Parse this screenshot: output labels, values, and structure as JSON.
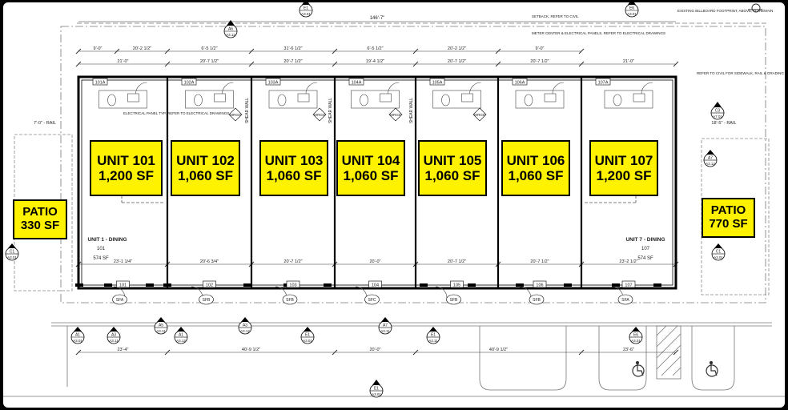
{
  "units": [
    {
      "name": "UNIT 101",
      "area": "1,200 SF"
    },
    {
      "name": "UNIT 102",
      "area": "1,060 SF"
    },
    {
      "name": "UNIT 103",
      "area": "1,060 SF"
    },
    {
      "name": "UNIT 104",
      "area": "1,060 SF"
    },
    {
      "name": "UNIT 105",
      "area": "1,060 SF"
    },
    {
      "name": "UNIT 106",
      "area": "1,060 SF"
    },
    {
      "name": "UNIT 107",
      "area": "1,200 SF"
    }
  ],
  "patios": [
    {
      "name": "PATIO",
      "area": "330 SF"
    },
    {
      "name": "PATIO",
      "area": "770 SF"
    }
  ],
  "dimensions": {
    "overall": "146'-7\"",
    "top": [
      "9'-0\"",
      "20'-2 1/2\"",
      "6'-5 1/2\"",
      "31'-6 1/2\"",
      "6'-5 1/2\"",
      "20'-2 1/2\"",
      "9'-0\""
    ],
    "second": [
      "21'-0\"",
      "20'-7 1/2\"",
      "20'-7 1/2\"",
      "19'-4 1/2\"",
      "20'-7 1/2\"",
      "20'-7 1/2\"",
      "21'-0\""
    ],
    "lower": [
      "23'-1 1/4\"",
      "20'-6 3/4\"",
      "20'-7 1/2\"",
      "20'-0\"",
      "20'-7 1/2\"",
      "20'-7 1/2\"",
      "23'-2 1/2\""
    ],
    "bottom": [
      "23'-4\"",
      "40'-9 1/2\"",
      "20'-0\"",
      "40'-9 1/2\"",
      "23'-6\""
    ],
    "rail_left": "7'-0\" - RAIL",
    "rail_right": "18'-5\" - RAIL"
  },
  "dining": [
    {
      "label": "UNIT 1 - DINING",
      "room": "101",
      "area": "574 SF"
    },
    {
      "label": "UNIT 7 - DINING",
      "room": "107",
      "area": "574 SF"
    }
  ],
  "door_tags": [
    "101A",
    "102A",
    "103A",
    "104A",
    "105A",
    "106A",
    "107A"
  ],
  "bottom_tags": [
    "101",
    "102",
    "103",
    "104",
    "105",
    "106",
    "107"
  ],
  "equipment_tags": [
    "SFA",
    "SFB",
    "SFB",
    "SFC",
    "SFB",
    "SFB",
    "SFA"
  ],
  "shear_wall_label": "SHEAR WALL",
  "wrgd_label": "WRGD",
  "notes": {
    "electrical": "ELECTRICAL PANEL TYP. REFER TO ELECTRICAL DRAWINGS",
    "setback": "SETBACK, REFER TO CIVIL",
    "meter": "METER CENTER & ELECTRICAL PANELS, REFER TO ELECTRICAL DRAWINGS",
    "billboard": "EXISTING BILLBOARD FOOTPRINT, ABOVE, TO REMAIN",
    "civil": "REFER TO CIVIL FOR SIDEWALK, RAIL & GRADING"
  },
  "section_markers": [
    {
      "num": "E1",
      "sheet": "A3.01"
    },
    {
      "num": "E6",
      "sheet": "A3.01"
    },
    {
      "num": "A6",
      "sheet": "A3.12"
    },
    {
      "num": "C3",
      "sheet": "A7.01"
    },
    {
      "num": "A7",
      "sheet": "A3.12"
    },
    {
      "num": "C1",
      "sheet": "A3.01"
    },
    {
      "num": "C1",
      "sheet": "A3.01"
    },
    {
      "num": "A1",
      "sheet": "A3.01"
    },
    {
      "num": "A3",
      "sheet": "A3.11"
    },
    {
      "num": "A5",
      "sheet": "A3.11"
    },
    {
      "num": "A1",
      "sheet": "A3.12"
    },
    {
      "num": "A3",
      "sheet": "A3.12"
    },
    {
      "num": "E1",
      "sheet": "A3.01"
    },
    {
      "num": "A7",
      "sheet": "A3.11"
    },
    {
      "num": "E1",
      "sheet": "A3.11"
    },
    {
      "num": "E6",
      "sheet": "A3.01"
    },
    {
      "num": "E1",
      "sheet": "A3.01"
    }
  ],
  "colors": {
    "label_fill": "#fff200",
    "line": "#000000",
    "background": "#ffffff"
  }
}
